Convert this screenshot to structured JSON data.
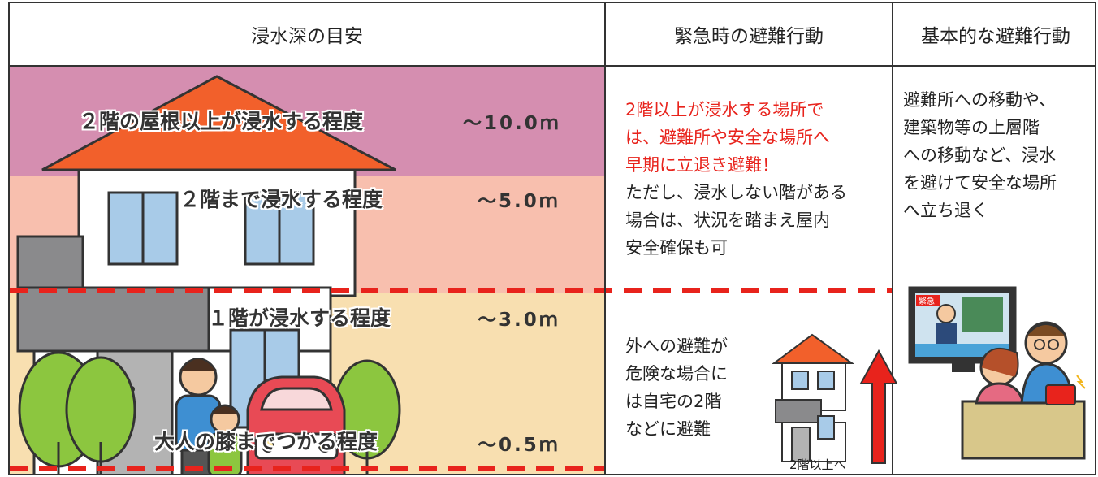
{
  "headers": {
    "depth": "浸水深の目安",
    "emergency": "緊急時の避難行動",
    "basic": "基本的な避難行動"
  },
  "levels": [
    {
      "label": "２階の屋根以上が浸水する程度",
      "depth": "～10.0ｍ"
    },
    {
      "label": "２階まで浸水する程度",
      "depth": "～5.0ｍ"
    },
    {
      "label": "１階が浸水する程度",
      "depth": "～3.0ｍ"
    },
    {
      "label": "大人の膝までつかる程度",
      "depth": "～0.5ｍ"
    }
  ],
  "emergency_upper": {
    "red_lines": [
      "2階以上が浸水する場所で",
      "は、避難所や安全な場所へ",
      "早期に立退き避難！"
    ],
    "black_lines": [
      "ただし、浸水しない階がある",
      "場合は、状況を踏まえ屋内",
      "安全確保も可"
    ]
  },
  "emergency_lower": {
    "lines": [
      "外への避難が",
      "危険な場合に",
      "は自宅の2階",
      "などに避難"
    ],
    "arrow_label": "2階以上へ"
  },
  "basic_text": [
    "避難所への移動や、",
    "建築物等の上層階",
    "への移動など、浸水",
    "を避けて安全な場所",
    "へ立ち退く"
  ],
  "tv_badge": "緊急",
  "colors": {
    "band_top": "#d58eb0",
    "band_second": "#f8bfae",
    "band_lower": "#f8dfb0",
    "dash_red": "#e8231c",
    "roof": "#f2602b",
    "tree": "#8cc63f"
  }
}
